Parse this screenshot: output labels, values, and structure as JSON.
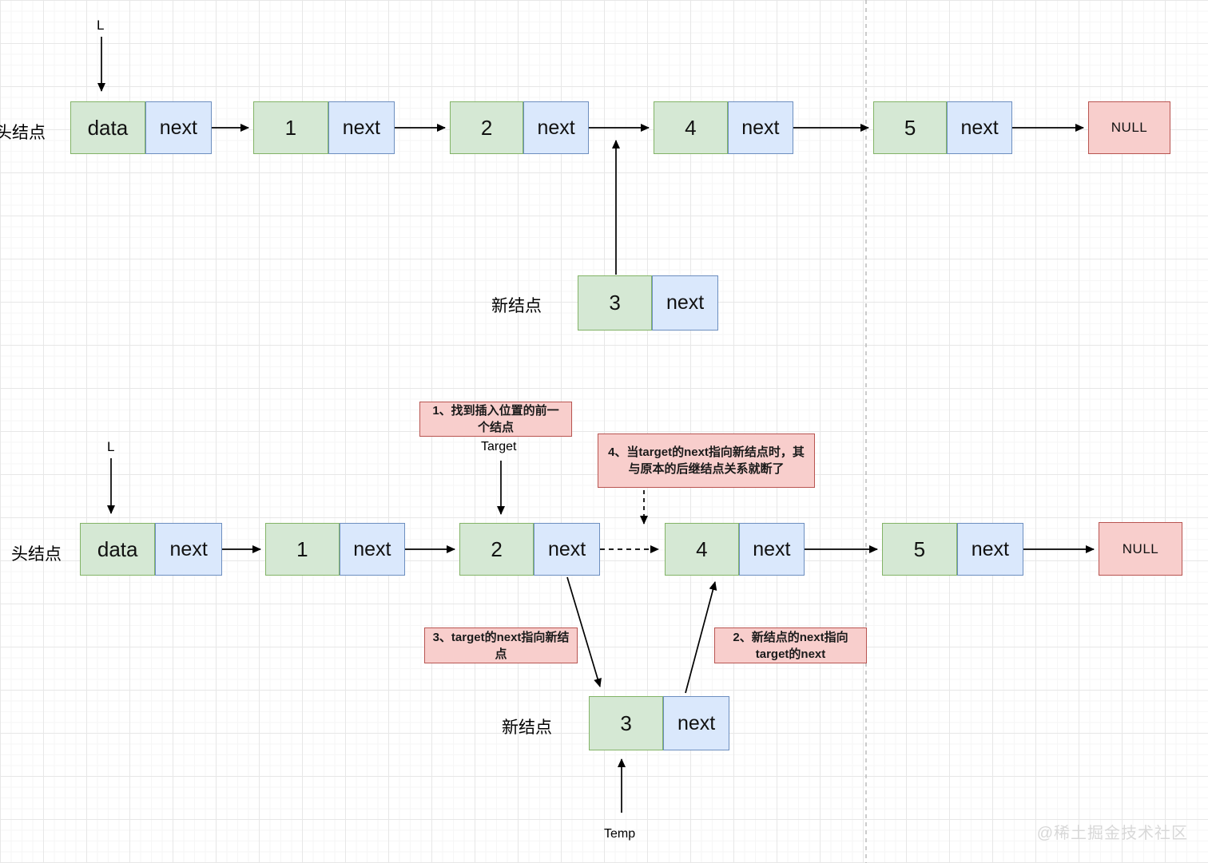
{
  "colors": {
    "node_value_fill": "#d5e8d4",
    "node_value_border": "#82b366",
    "node_next_fill": "#dae8fc",
    "node_next_border": "#6c8ebf",
    "null_fill": "#f8cecc",
    "null_border": "#b85450",
    "annotation_fill": "#f8cecc",
    "annotation_border": "#b85450"
  },
  "watermark": "@稀土掘金技术社区",
  "diagram_top": {
    "pointer_label": "L",
    "head_label": "头结点",
    "new_node_label": "新结点",
    "nodes": [
      {
        "value": "data",
        "next": "next"
      },
      {
        "value": "1",
        "next": "next"
      },
      {
        "value": "2",
        "next": "next"
      },
      {
        "value": "4",
        "next": "next"
      },
      {
        "value": "5",
        "next": "next"
      }
    ],
    "new_node": {
      "value": "3",
      "next": "next"
    },
    "null_label": "NULL"
  },
  "diagram_bottom": {
    "pointer_label": "L",
    "head_label": "头结点",
    "new_node_label": "新结点",
    "target_label": "Target",
    "temp_label": "Temp",
    "nodes": [
      {
        "value": "data",
        "next": "next"
      },
      {
        "value": "1",
        "next": "next"
      },
      {
        "value": "2",
        "next": "next"
      },
      {
        "value": "4",
        "next": "next"
      },
      {
        "value": "5",
        "next": "next"
      }
    ],
    "new_node": {
      "value": "3",
      "next": "next"
    },
    "null_label": "NULL",
    "annotations": [
      {
        "step": "1",
        "text": "1、找到插入位置的前一\n个结点"
      },
      {
        "step": "2",
        "text": "2、新结点的next指向\ntarget的next"
      },
      {
        "step": "3",
        "text": "3、target的next指向新结\n点"
      },
      {
        "step": "4",
        "text": "4、当target的next指向新结点时，其\n与原本的后继结点关系就断了"
      }
    ]
  }
}
